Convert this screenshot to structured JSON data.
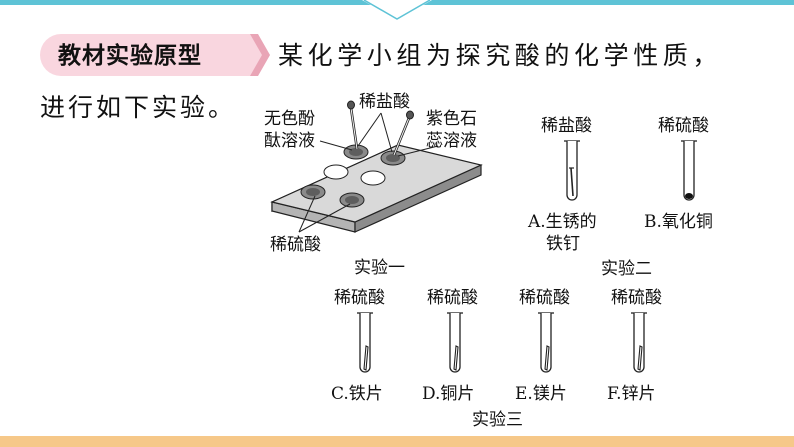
{
  "section_tag": "教材实验原型",
  "intro_line1": "某化学小组为探究酸的化学性质，",
  "intro_line2": "进行如下实验。",
  "experiment1": {
    "caption": "实验一",
    "label_phenolphthalein_1": "无色酚",
    "label_phenolphthalein_2": "酞溶液",
    "label_hcl": "稀盐酸",
    "label_litmus_1": "紫色石",
    "label_litmus_2": "蕊溶液",
    "label_h2so4": "稀硫酸"
  },
  "experiment2": {
    "caption": "实验二",
    "tubes": [
      {
        "reagent": "稀盐酸",
        "caption_1": "A.生锈的",
        "caption_2": "铁钉"
      },
      {
        "reagent": "稀硫酸",
        "caption_1": "B.氧化铜",
        "caption_2": ""
      }
    ]
  },
  "experiment3": {
    "caption": "实验三",
    "tubes": [
      {
        "reagent": "稀硫酸",
        "caption": "C.铁片"
      },
      {
        "reagent": "稀硫酸",
        "caption": "D.铜片"
      },
      {
        "reagent": "稀硫酸",
        "caption": "E.镁片"
      },
      {
        "reagent": "稀硫酸",
        "caption": "F.锌片"
      }
    ]
  },
  "colors": {
    "top_bar": "#5ec3d6",
    "bottom_bar": "#f6c889",
    "tag_background": "#f9d6df",
    "tag_arrow": "#e9a5b6",
    "plate_top": "#d9d9d9",
    "plate_side": "#9a9a9a"
  }
}
